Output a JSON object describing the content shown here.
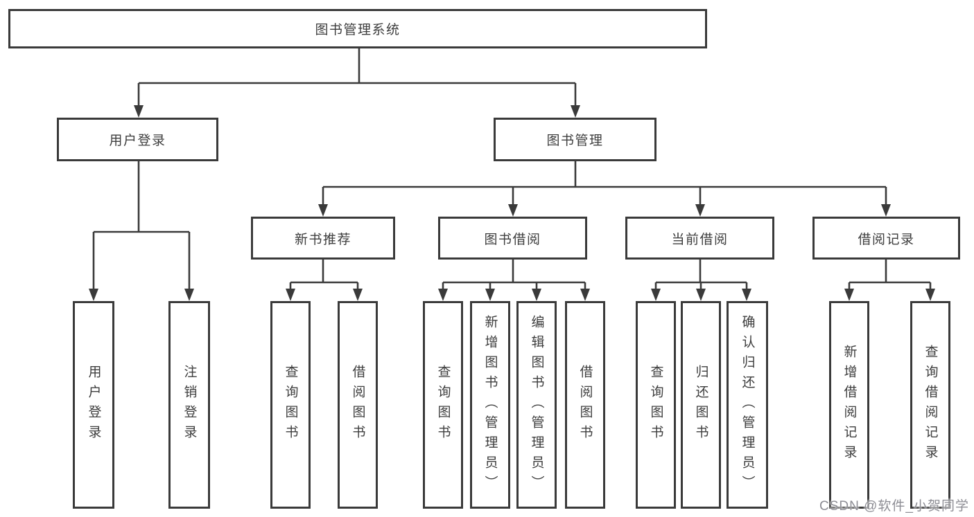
{
  "diagram": {
    "type": "hierarchy-tree",
    "colors": {
      "line": "#3a3a3a",
      "text": "#3d3d3d",
      "background": "#ffffff",
      "watermark": "#8d8d94"
    },
    "tree": {
      "label": "图书管理系统",
      "children": [
        {
          "label": "用户登录",
          "children": [
            {
              "label": "用户登录"
            },
            {
              "label": "注销登录"
            }
          ]
        },
        {
          "label": "图书管理",
          "children": [
            {
              "label": "新书推荐",
              "children": [
                {
                  "label": "查询图书"
                },
                {
                  "label": "借阅图书"
                }
              ]
            },
            {
              "label": "图书借阅",
              "children": [
                {
                  "label": "查询图书"
                },
                {
                  "label": "新增图书（管理员）"
                },
                {
                  "label": "编辑图书（管理员）"
                },
                {
                  "label": "借阅图书"
                }
              ]
            },
            {
              "label": "当前借阅",
              "children": [
                {
                  "label": "查询图书"
                },
                {
                  "label": "归还图书"
                },
                {
                  "label": "确认归还（管理员）"
                }
              ]
            },
            {
              "label": "借阅记录",
              "children": [
                {
                  "label": "新增借阅记录"
                },
                {
                  "label": "查询借阅记录"
                }
              ]
            }
          ]
        }
      ]
    },
    "watermark": {
      "text": "CSDN @软件_小贺同学"
    }
  }
}
